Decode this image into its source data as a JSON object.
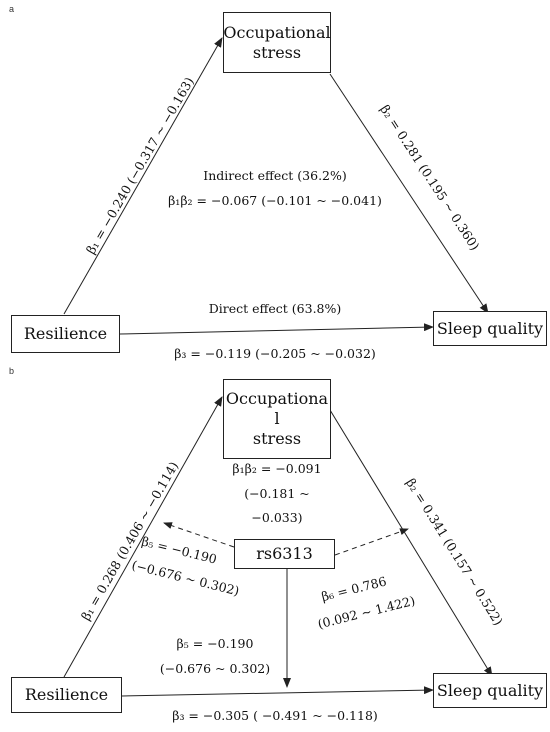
{
  "panel_a": {
    "label": "a",
    "nodes": {
      "mediator": "Occupational stress",
      "predictor": "Resilience",
      "outcome": "Sleep quality"
    },
    "paths": {
      "beta1": "β₁ = −0.240 (−0.317 ~ −0.163)",
      "beta2": "β₂ = 0.281 (0.195 ~ 0.360)",
      "beta3": "β₃ = −0.119 (−0.205 ~ −0.032)"
    },
    "indirect_title": "Indirect effect (36.2%)",
    "indirect_value": "β₁β₂ = −0.067 (−0.101 ~ −0.041)",
    "direct_title": "Direct effect (63.8%)"
  },
  "panel_b": {
    "label": "b",
    "nodes": {
      "mediator_line1": "Occupationa",
      "mediator_line2": "l",
      "mediator_line3": "stress",
      "predictor": "Resilience",
      "outcome": "Sleep quality",
      "moderator": "rs6313"
    },
    "paths": {
      "beta1": "β₁ = 0.268 (0.406 ~ −0.114)",
      "beta2": "β₂ = 0.341 (0.157 ~ 0.522)",
      "beta3": "β₃ = −0.305 ( −0.491 ~ −0.118)"
    },
    "indirect_line1": "β₁β₂ = −0.091",
    "indirect_line2": "(−0.181 ~",
    "indirect_line3": "−0.033)",
    "beta5_left_line1": "β₅ = −0.190",
    "beta5_left_line2": "(−0.676 ~ 0.302)",
    "beta6_line1": "β₆ = 0.786",
    "beta6_line2": "(0.092 ~ 1.422)",
    "beta5_center_line1": "β₅ = −0.190",
    "beta5_center_line2": "(−0.676 ~ 0.302)"
  }
}
